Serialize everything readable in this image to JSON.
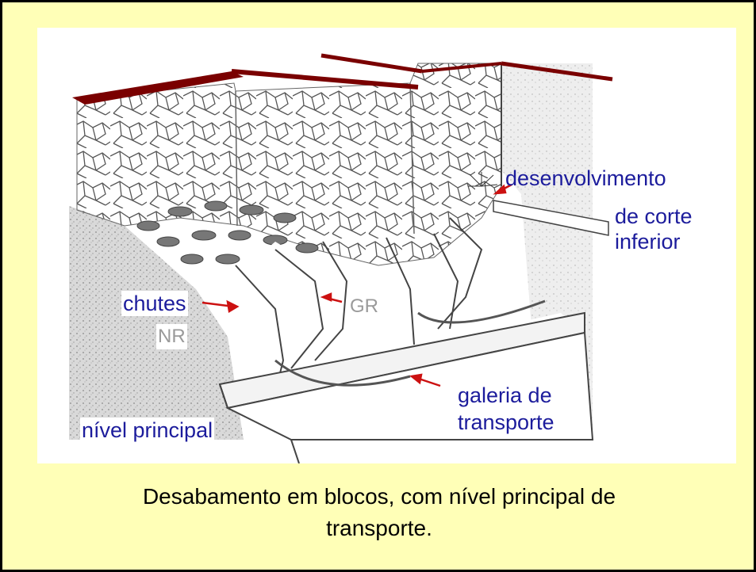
{
  "diagram": {
    "labels": {
      "undercut": "desenvolvimento",
      "undercut_2": "de corte",
      "undercut_3": "inferior",
      "chutes": "chutes",
      "nr": "NR",
      "gr": "GR",
      "haulage": "galeria de",
      "haulage_2": "transporte",
      "main_level": "nível principal"
    },
    "colors": {
      "surface": "#7a0000",
      "label": "#1c1c9c",
      "arrow": "#cc1111",
      "panel": "#ffffb7"
    }
  },
  "caption": {
    "line1": "Desabamento em blocos, com nível principal de",
    "line2": "transporte."
  }
}
